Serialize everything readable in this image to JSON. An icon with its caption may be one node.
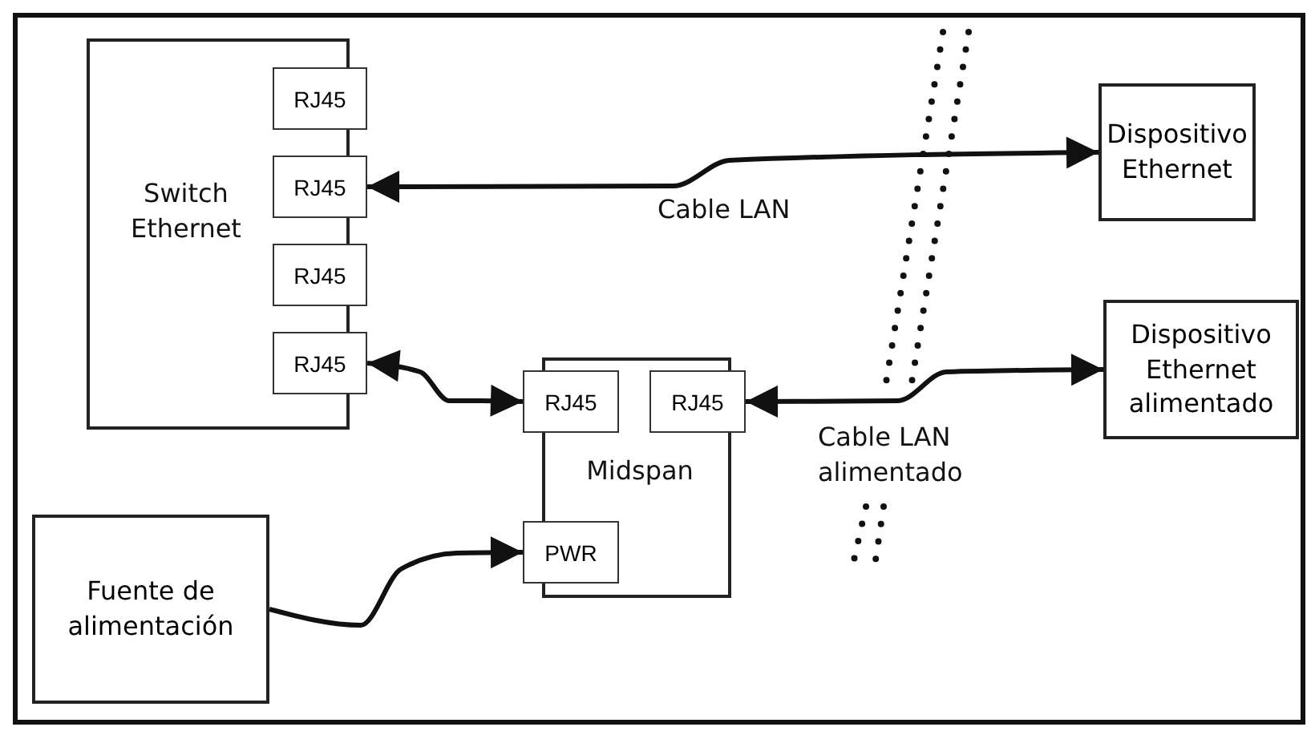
{
  "diagram": {
    "nodes": [
      {
        "text": [
          "Switch Ethernet"
        ]
      },
      {
        "text": [
          "RJ45"
        ],
        "in": 0
      },
      {
        "text": [
          "RJ45"
        ],
        "in": 0
      },
      {
        "text": [
          "RJ45"
        ],
        "in": 0
      },
      {
        "text": [
          "RJ45"
        ],
        "in": 0
      },
      {
        "text": [
          "Dispositivo Ethernet"
        ]
      },
      {
        "text": [
          "Midspan"
        ]
      },
      {
        "text": [
          "RJ45"
        ],
        "in": 6
      },
      {
        "text": [
          "RJ45"
        ],
        "in": 6
      },
      {
        "text": [
          "PWR"
        ],
        "in": 6
      },
      {
        "text": [
          "Dispositivo Ethernet alimentado"
        ]
      },
      {
        "text": [
          "Fuente de alimentación"
        ]
      }
    ],
    "edges": [
      {
        "from": 2,
        "to": 5,
        "arrow": "both",
        "label": "Cable LAN"
      },
      {
        "from": 4,
        "to": 7,
        "arrow": "both"
      },
      {
        "from": 8,
        "to": 10,
        "arrow": "both",
        "label": "Cable LAN alimentado"
      },
      {
        "from": 11,
        "to": 9,
        "arrow": "to"
      }
    ]
  }
}
